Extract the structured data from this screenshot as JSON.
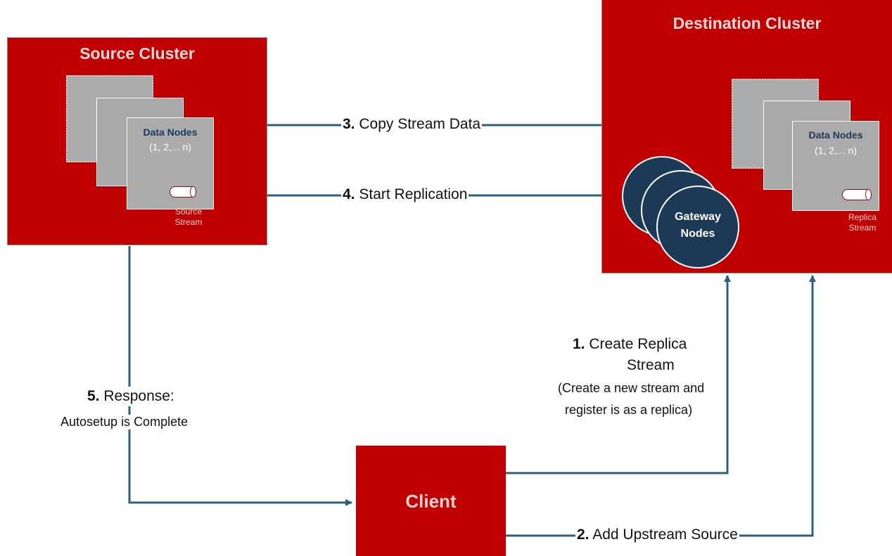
{
  "source_cluster": {
    "title": "Source Cluster",
    "data_nodes_title": "Data Nodes",
    "data_nodes_range": "(1, 2,... n)",
    "stream_label_line1": "Source",
    "stream_label_line2": "Stream"
  },
  "destination_cluster": {
    "title": "Destination Cluster",
    "data_nodes_title": "Data Nodes",
    "data_nodes_range": "(1, 2,... n)",
    "stream_label_line1": "Replica",
    "stream_label_line2": "Stream",
    "gateway_line1": "Gateway",
    "gateway_line2": "Nodes"
  },
  "client": {
    "title": "Client"
  },
  "steps": {
    "s1_num": "1.",
    "s1_text_a": "Create Replica",
    "s1_text_b": "Stream",
    "s1_detail_a": "(Create a new stream and",
    "s1_detail_b": "register is as a replica)",
    "s2_num": "2.",
    "s2_text": "Add Upstream Source",
    "s3_num": "3.",
    "s3_text": "Copy Stream Data",
    "s4_num": "4.",
    "s4_text": "Start Replication",
    "s5_num": "5.",
    "s5_text": "Response:",
    "s5_detail": "Autosetup is Complete"
  },
  "colors": {
    "cluster_red": "#c00000",
    "arrow_blue": "#2e5f82",
    "gateway_navy": "#1c3a55"
  }
}
